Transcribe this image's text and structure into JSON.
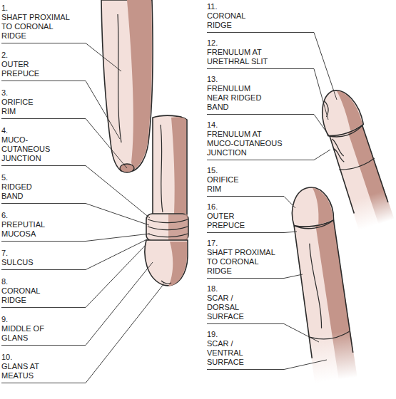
{
  "diagram": {
    "labels": [
      "1.",
      "SHAFT PROXIMAL TO CORONAL RIDGE",
      "2.",
      "OUTER PREPUCE",
      "3.",
      "ORIFICE RIM",
      "4.",
      "MUCO- CUTANEOUS JUNCTION",
      "5.",
      "RIDGED BAND",
      "6.",
      "PREPUTIAL MUCOSA",
      "7.",
      "SULCUS",
      "8.",
      "CORONAL RIDGE",
      "9.",
      "MIDDLE OF GLANS",
      "10.",
      "GLANS AT MEATUS",
      "11.",
      "CORONAL RIDGE",
      "12.",
      "FRENULUM AT URETHRAL SLIT",
      "13.",
      "FRENULUM NEAR RIDGED BAND",
      "14.",
      "FRENULUM AT MUCO-CUTANEOUS JUNCTION",
      "15.",
      "ORIFICE RIM",
      "16.",
      "OUTER PREPUCE",
      "17.",
      "SHAFT PROXIMAL TO CORONAL RIDGE",
      "18.",
      "SCAR / DORSAL SURFACE",
      "19.",
      "SCAR / VENTRAL SURFACE"
    ]
  }
}
